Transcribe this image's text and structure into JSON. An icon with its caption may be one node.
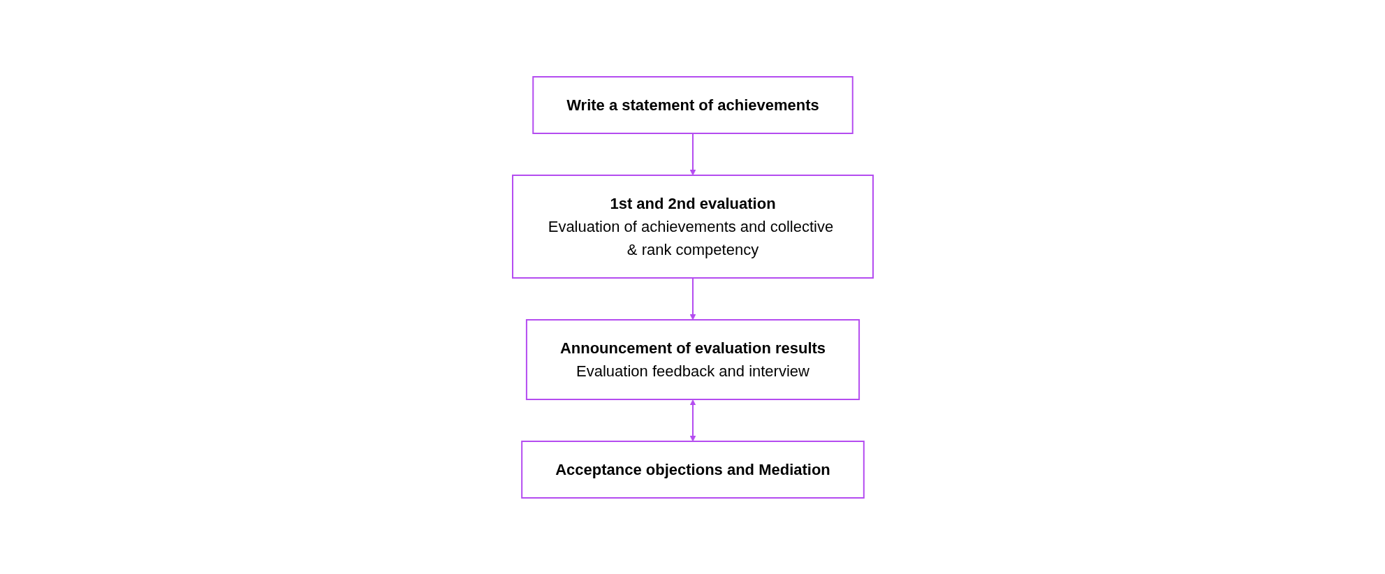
{
  "diagram": {
    "nodes": [
      {
        "text": [
          "Write a statement of achievements"
        ]
      },
      {
        "text": [
          "1st and 2nd evaluation",
          "Evaluation of achievements and collective & rank competency"
        ]
      },
      {
        "text": [
          "Announcement of evaluation results",
          "Evaluation feedback and interview"
        ]
      },
      {
        "text": [
          "Acceptance objections and Mediation"
        ]
      }
    ],
    "edges": [
      {
        "from": 0,
        "to": 1,
        "arrow": "to"
      },
      {
        "from": 1,
        "to": 2,
        "arrow": "to"
      },
      {
        "from": 2,
        "to": 3,
        "arrow": "both"
      }
    ]
  }
}
